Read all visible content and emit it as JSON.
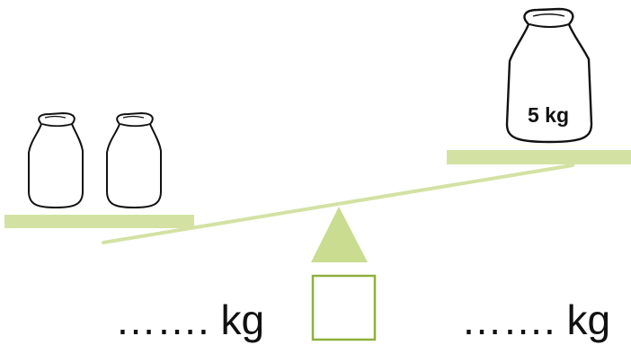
{
  "scale": {
    "right_weight_label": "5 kg",
    "left_answer": "……. kg",
    "right_answer": "……. kg"
  },
  "colors": {
    "pan": "#d3e2a3",
    "beam": "#d3e2a3",
    "fulcrum": "#c9dc8f",
    "box_border": "#8fb03e",
    "outline": "#111111"
  }
}
